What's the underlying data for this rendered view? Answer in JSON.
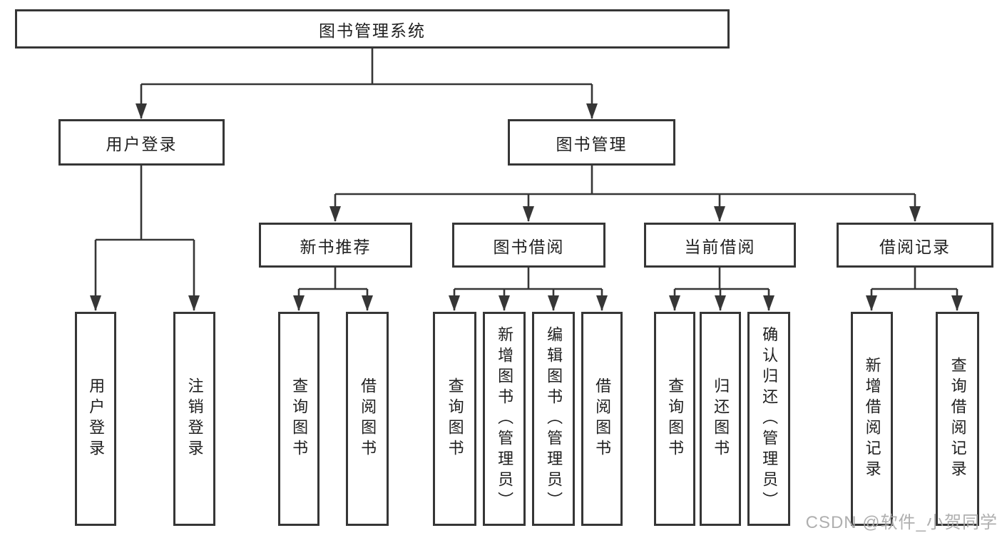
{
  "diagram": {
    "root": {
      "label": "图书管理系统"
    },
    "level2": [
      {
        "label": "用户登录"
      },
      {
        "label": "图书管理"
      }
    ],
    "level3": [
      {
        "label": "新书推荐"
      },
      {
        "label": "图书借阅"
      },
      {
        "label": "当前借阅"
      },
      {
        "label": "借阅记录"
      }
    ],
    "leaves": {
      "user_login": [
        {
          "label": "用户登录"
        },
        {
          "label": "注销登录"
        }
      ],
      "new_book": [
        {
          "label": "查询图书"
        },
        {
          "label": "借阅图书"
        }
      ],
      "book_borrow": [
        {
          "label": "查询图书"
        },
        {
          "label": "新增图书（管理员）"
        },
        {
          "label": "编辑图书（管理员）"
        },
        {
          "label": "借阅图书"
        }
      ],
      "current_borrow": [
        {
          "label": "查询图书"
        },
        {
          "label": "归还图书"
        },
        {
          "label": "确认归还（管理员）"
        }
      ],
      "borrow_record": [
        {
          "label": "新增借阅记录"
        },
        {
          "label": "查询借阅记录"
        }
      ]
    },
    "watermark": "CSDN @软件_小贺同学",
    "colors": {
      "line": "#363636",
      "box_border": "#363636",
      "text": "#1f1f1f",
      "watermark": "#a8a8a8",
      "background": "#ffffff"
    }
  }
}
